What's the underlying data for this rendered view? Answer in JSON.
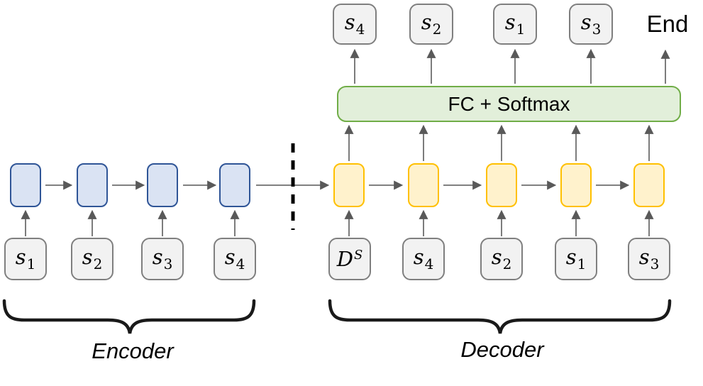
{
  "figure": {
    "type": "seq2seq-encoder-decoder-diagram"
  },
  "colors": {
    "encoder-cell-fill": "#dae3f3",
    "encoder-cell-border": "#2f5597",
    "decoder-cell-fill": "#fff2cc",
    "decoder-cell-border": "#ffc000",
    "fc-fill": "#e2efda",
    "fc-border": "#70ad47",
    "io-fill": "#f2f2f2",
    "io-border": "#7f7f7f",
    "arrow": "#6e6e6e",
    "arrow-head": "#595959",
    "divider": "#000000",
    "brace": "#1a1a1a",
    "text": "#000000"
  },
  "fc": {
    "label": "FC + Softmax"
  },
  "end_label": "End",
  "top_outputs": [
    {
      "base": "s",
      "sub": "4"
    },
    {
      "base": "s",
      "sub": "2"
    },
    {
      "base": "s",
      "sub": "1"
    },
    {
      "base": "s",
      "sub": "3"
    }
  ],
  "encoder": {
    "label": "Encoder",
    "inputs": [
      {
        "base": "s",
        "sub": "1"
      },
      {
        "base": "s",
        "sub": "2"
      },
      {
        "base": "s",
        "sub": "3"
      },
      {
        "base": "s",
        "sub": "4"
      }
    ]
  },
  "decoder": {
    "label": "Decoder",
    "inputs": [
      {
        "base": "D",
        "sup": "S"
      },
      {
        "base": "s",
        "sub": "4"
      },
      {
        "base": "s",
        "sub": "2"
      },
      {
        "base": "s",
        "sub": "1"
      },
      {
        "base": "s",
        "sub": "3"
      }
    ]
  }
}
